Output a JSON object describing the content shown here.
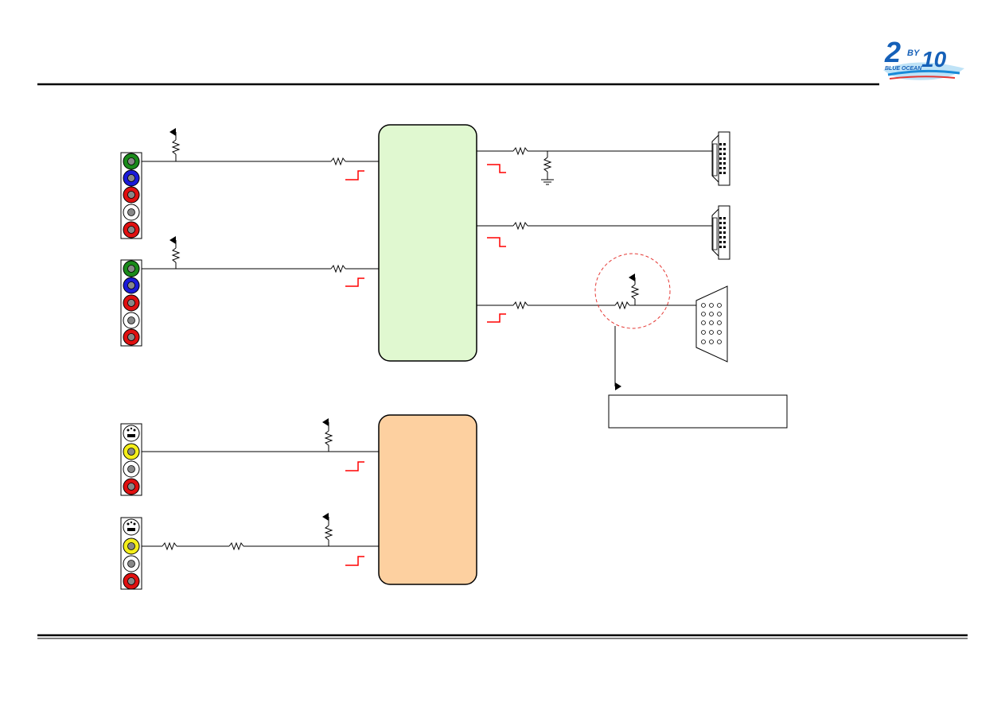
{
  "logo": {
    "big_digit": "2",
    "small_text": "BY",
    "number": "10",
    "subtitle": "BLUE OCEAN"
  },
  "colors": {
    "green_chip": "#e0f8d0",
    "orange_chip": "#fdd0a0",
    "highlight": "#e53935",
    "clock_red": "#ff0000",
    "jack_green": "#1a8a1a",
    "jack_blue": "#1a1ad8",
    "jack_red": "#e01010",
    "jack_white": "#ffffff",
    "jack_yellow": "#f4ee1a",
    "logo_blue": "#1560b8"
  },
  "component_groups": [
    {
      "name": "component-jack-group-1",
      "jacks": [
        "green",
        "blue",
        "red",
        "white",
        "red"
      ]
    },
    {
      "name": "component-jack-group-2",
      "jacks": [
        "green",
        "blue",
        "red",
        "white",
        "red"
      ]
    }
  ],
  "svideo_groups": [
    {
      "name": "svideo-jack-group-1",
      "jacks": [
        "svideo",
        "yellow",
        "white",
        "red"
      ]
    },
    {
      "name": "svideo-jack-group-2",
      "jacks": [
        "svideo",
        "yellow",
        "white",
        "red"
      ]
    }
  ],
  "outputs": [
    {
      "name": "hdmi-connector-1",
      "type": "hdmi"
    },
    {
      "name": "hdmi-connector-2",
      "type": "hdmi"
    },
    {
      "name": "vga-connector",
      "type": "vga"
    }
  ],
  "note": {
    "text": ""
  }
}
